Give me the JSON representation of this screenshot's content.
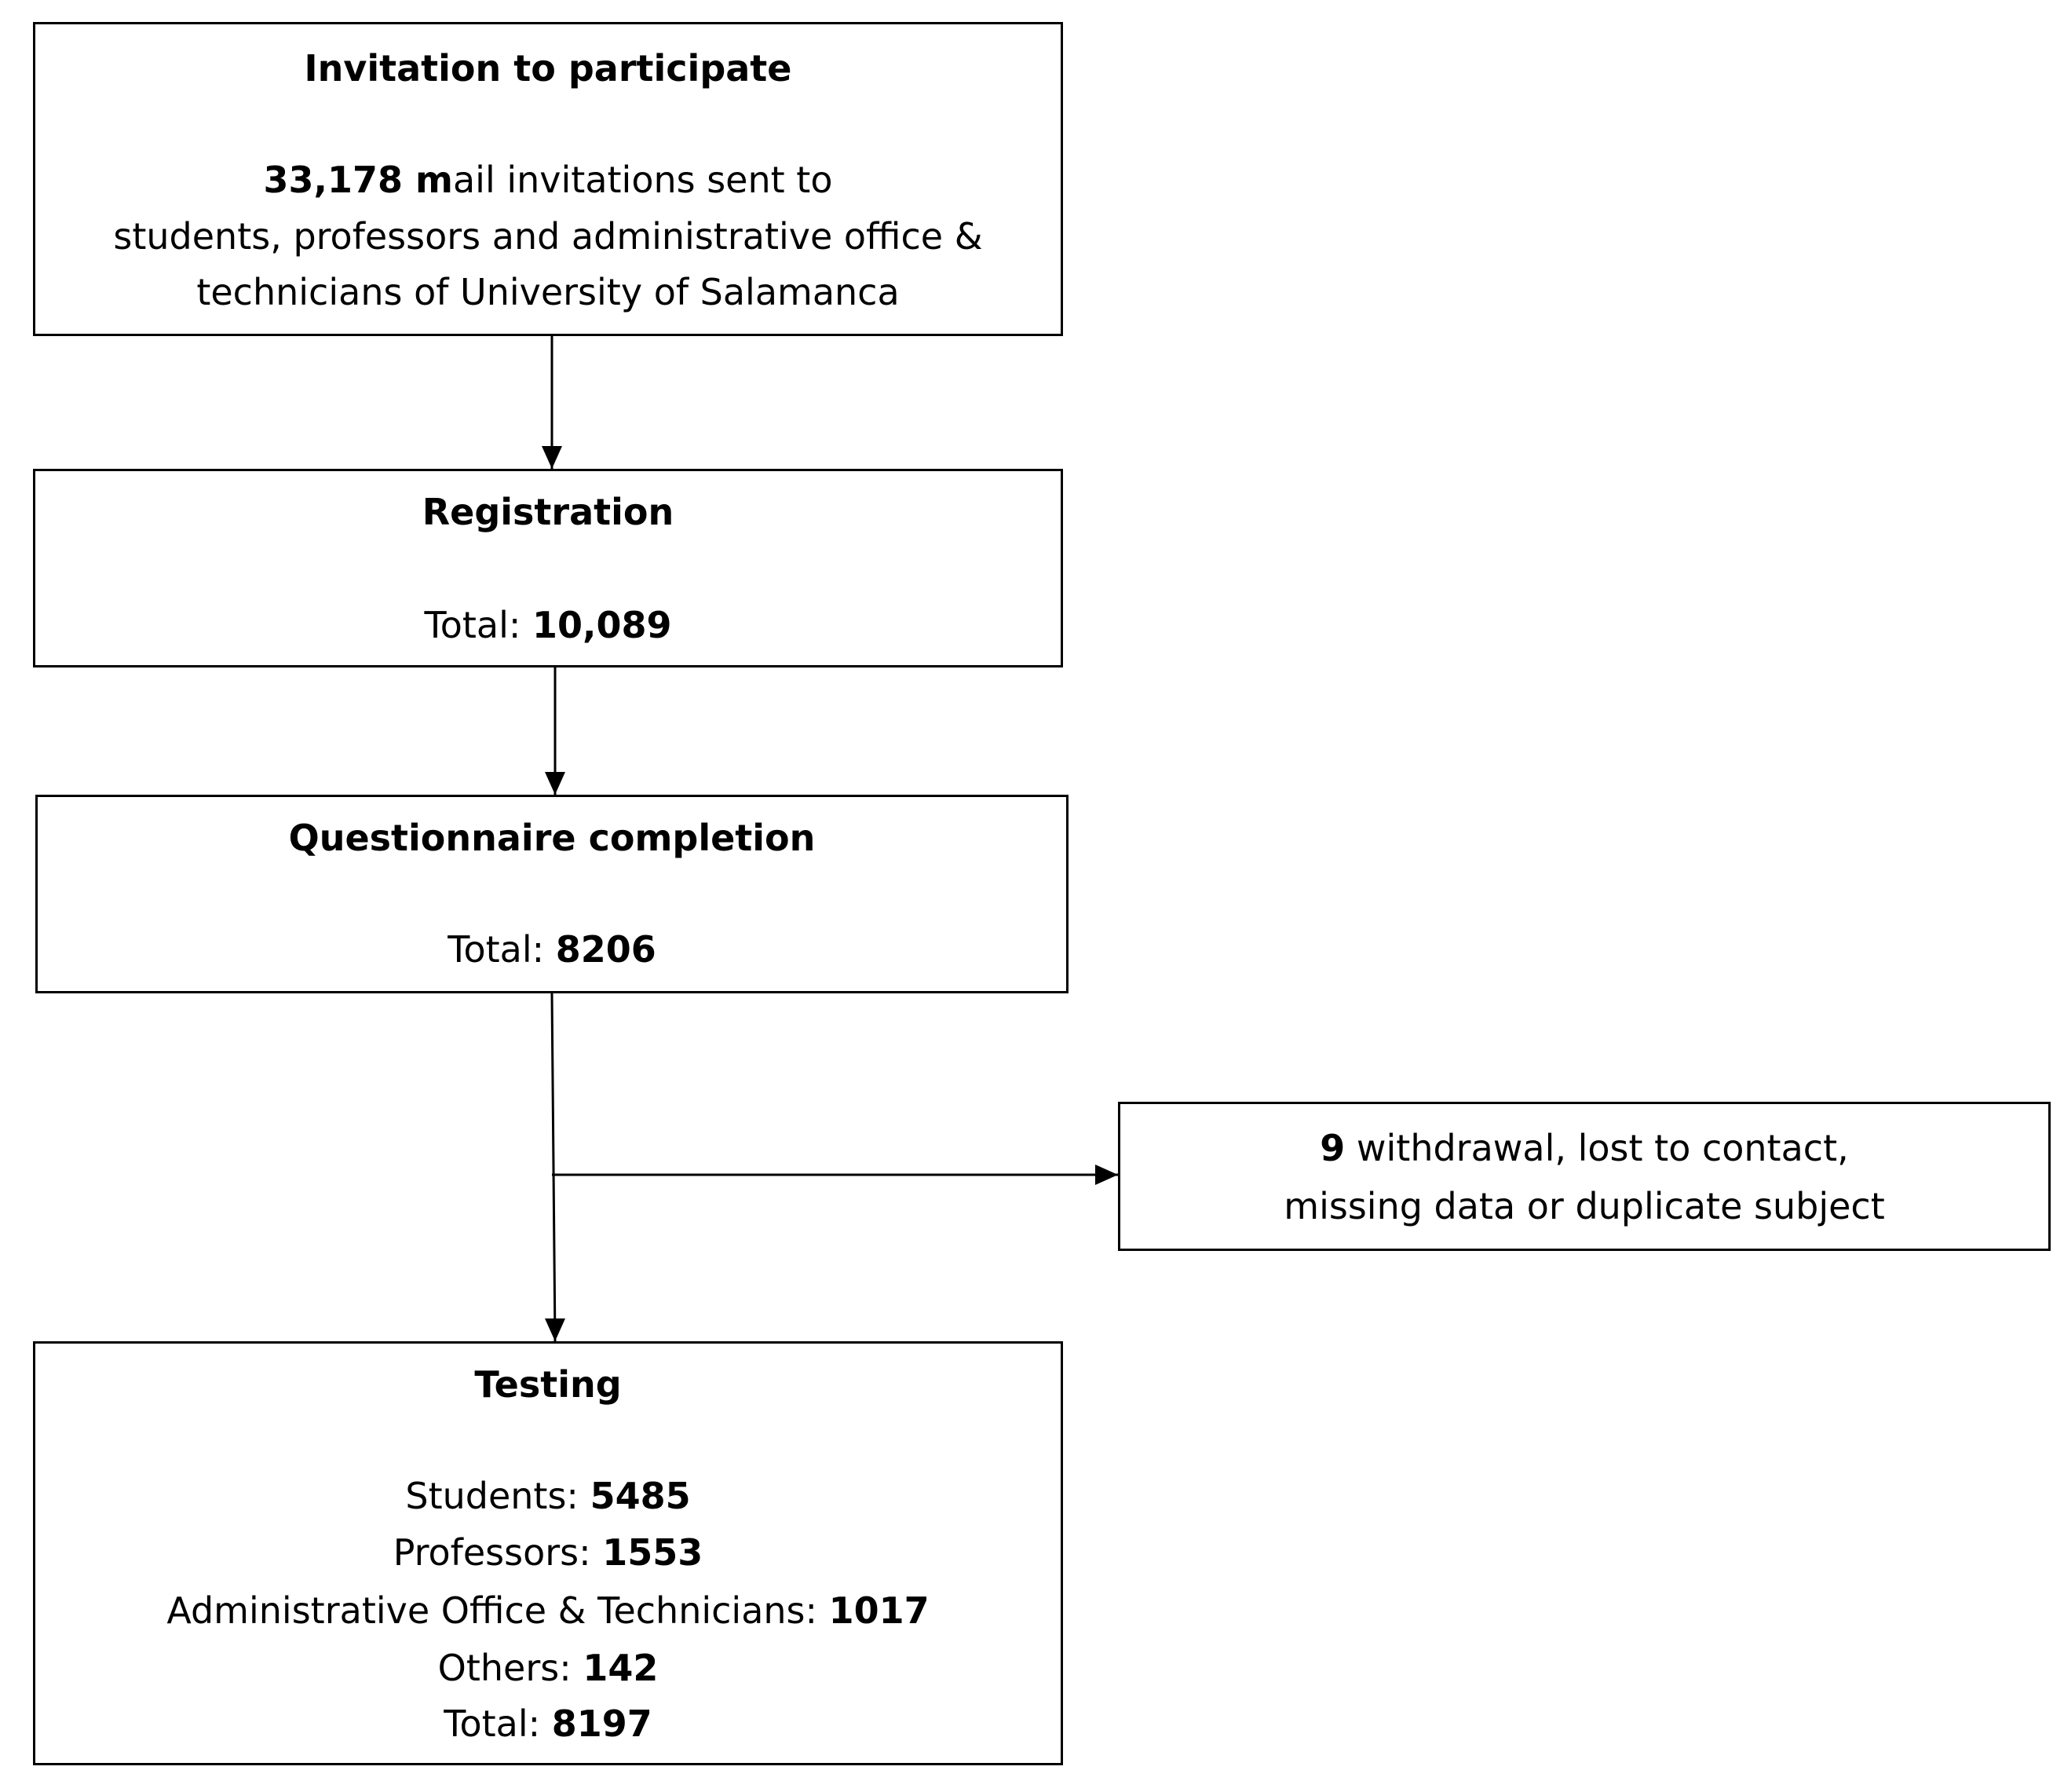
{
  "invitation": {
    "title": "Invitation to participate",
    "count": "33,178 m",
    "line1_rest": "ail invitations sent to",
    "line2": "students, professors and administrative office &",
    "line3": "technicians of University of Salamanca"
  },
  "registration": {
    "title": "Registration",
    "total_label": "Total: ",
    "total_value": "10,089"
  },
  "questionnaire": {
    "title": "Questionnaire completion",
    "total_label": "Total: ",
    "total_value": "8206"
  },
  "withdrawal": {
    "count": "9",
    "line1_rest": " withdrawal, lost to contact,",
    "line2": "missing data or duplicate subject"
  },
  "testing": {
    "title": "Testing",
    "students_label": "Students: ",
    "students_value": "5485",
    "professors_label": "Professors: ",
    "professors_value": "1553",
    "admin_label": "Administrative Office & Technicians: ",
    "admin_value": "1017",
    "others_label": "Others: ",
    "others_value": "142",
    "total_label": "Total: ",
    "total_value": "8197"
  }
}
